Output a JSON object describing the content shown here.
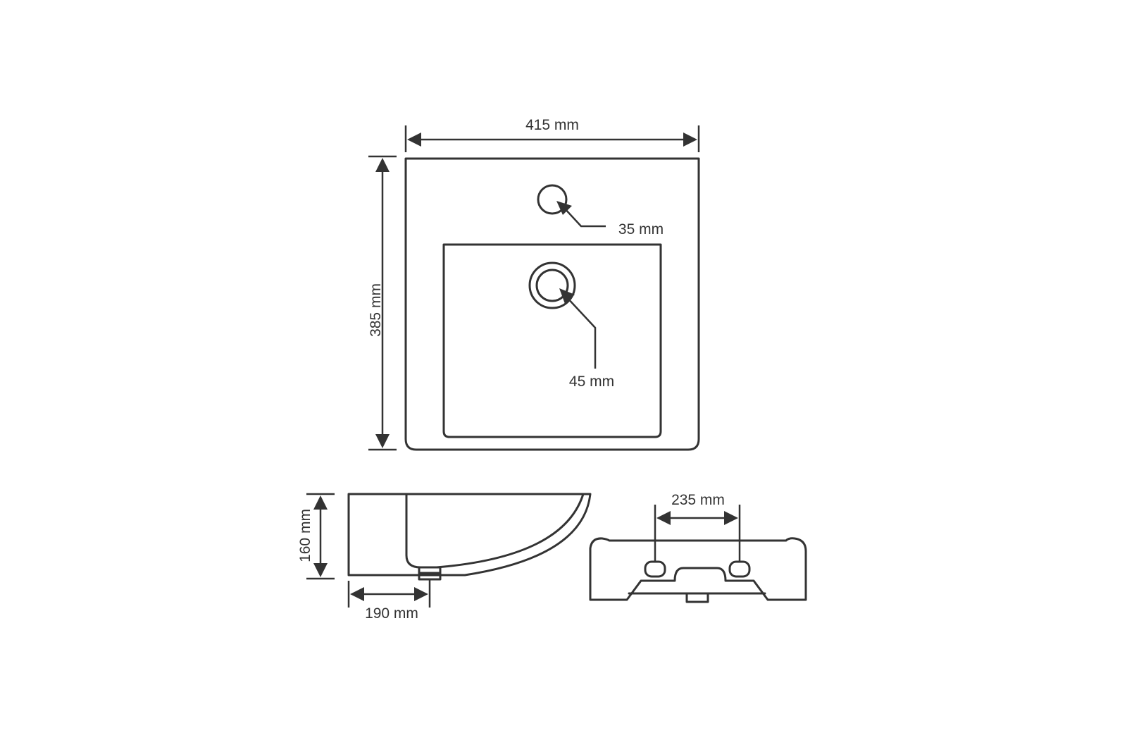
{
  "title": "Washbasin dimensions drawing",
  "top_view": {
    "width_label": "415 mm",
    "depth_label": "385 mm",
    "tap_hole_label": "35 mm",
    "drain_label": "45 mm"
  },
  "side_view": {
    "height_label": "160 mm",
    "drain_offset_label": "190 mm"
  },
  "back_view": {
    "mounting_holes_label": "235 mm"
  },
  "colors": {
    "line": "#333333",
    "background": "#ffffff"
  }
}
